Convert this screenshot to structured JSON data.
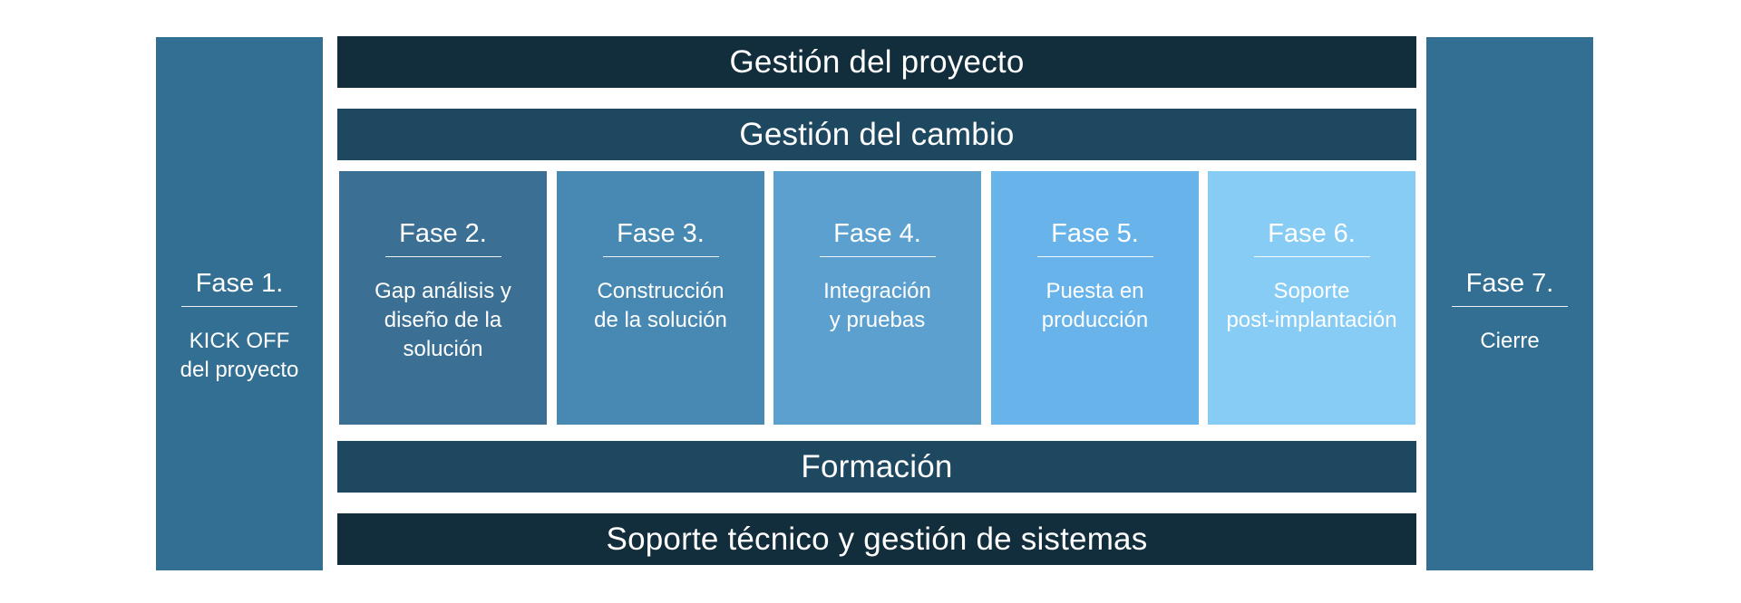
{
  "top_bars": {
    "project_management": "Gestión del proyecto",
    "change_management": "Gestión del cambio"
  },
  "bottom_bars": {
    "training": "Formación",
    "tech_support": "Soporte técnico y gestión de sistemas"
  },
  "phases": [
    {
      "title": "Fase 1.",
      "desc": "KICK OFF\ndel proyecto",
      "color": "#336f92"
    },
    {
      "title": "Fase 2.",
      "desc": "Gap análisis y\ndiseño de la\nsolución",
      "color": "#3b7094"
    },
    {
      "title": "Fase 3.",
      "desc": "Construcción\nde la solución",
      "color": "#4889b4"
    },
    {
      "title": "Fase 4.",
      "desc": "Integración\ny pruebas",
      "color": "#5ca0d0"
    },
    {
      "title": "Fase 5.",
      "desc": "Puesta en\nproducción",
      "color": "#68b4ea"
    },
    {
      "title": "Fase 6.",
      "desc": "Soporte\npost-implantación",
      "color": "#86ccf4"
    },
    {
      "title": "Fase 7.",
      "desc": "Cierre",
      "color": "#336f92"
    }
  ],
  "colors": {
    "dark_navy": "#122d3c",
    "navy": "#1e4860"
  }
}
